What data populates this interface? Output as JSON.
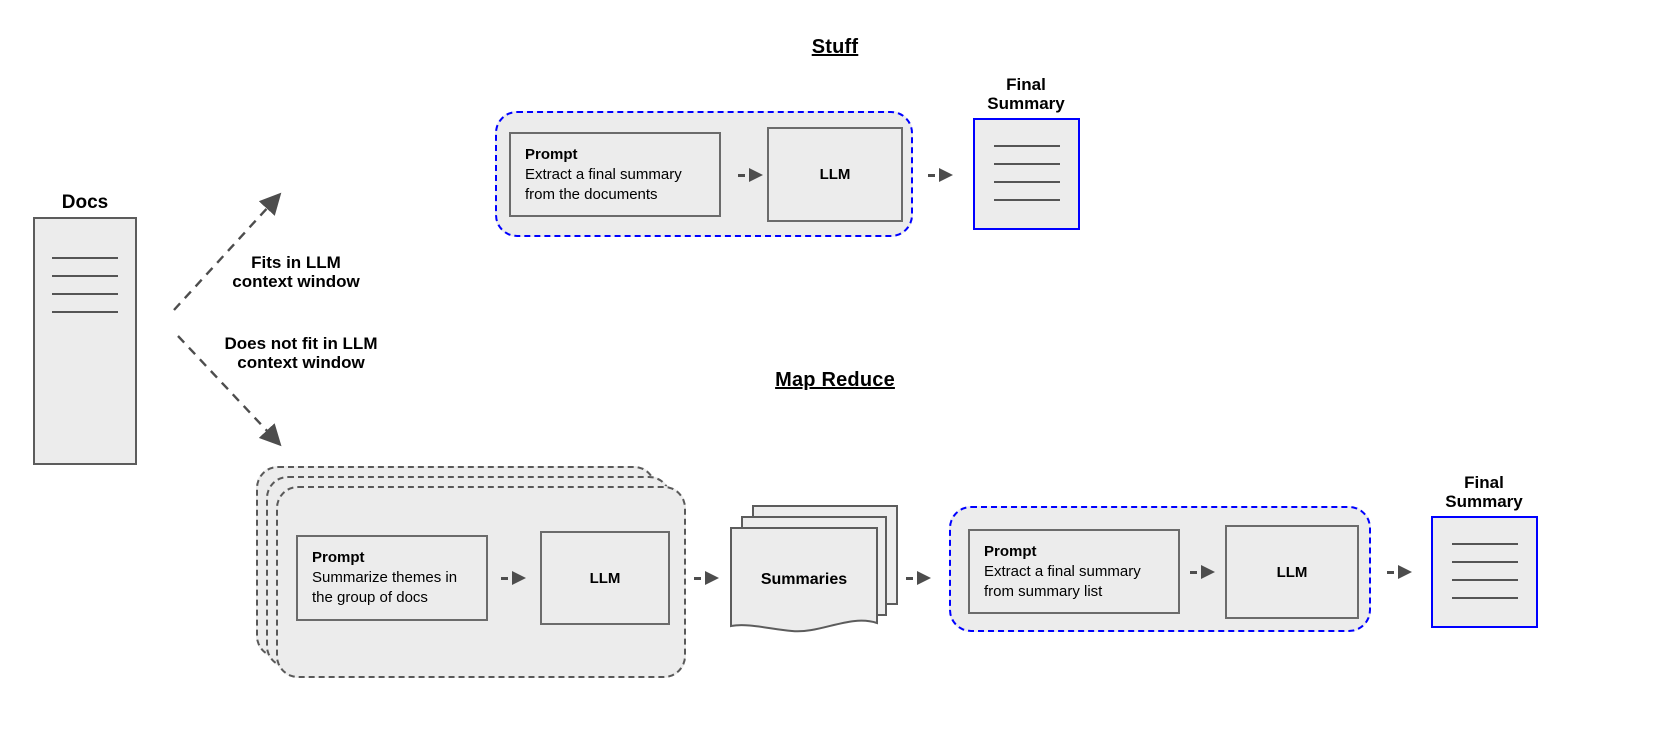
{
  "diagram": {
    "title_stuff": "Stuff",
    "title_map_reduce": "Map Reduce"
  },
  "docs": {
    "label": "Docs",
    "line_count": 4
  },
  "branches": [
    {
      "label": "Fits in LLM\ncontext window",
      "direction": "up"
    },
    {
      "label": "Does not fit in LLM\ncontext window",
      "direction": "down"
    }
  ],
  "stuff": {
    "prompt": {
      "title": "Prompt",
      "body": "Extract a final summary\nfrom the documents"
    },
    "llm": "LLM",
    "final_summary": {
      "caption": "Final\nSummary",
      "line_count": 4
    }
  },
  "map_reduce": {
    "map": {
      "prompt": {
        "title": "Prompt",
        "body": "Summarize themes in\nthe group of docs"
      },
      "llm": "LLM",
      "stack_layers": 3
    },
    "summaries": {
      "label": "Summaries",
      "sheet_count": 3
    },
    "reduce": {
      "prompt": {
        "title": "Prompt",
        "body": "Extract a final summary\nfrom summary list"
      },
      "llm": "LLM"
    },
    "final_summary": {
      "caption": "Final\nSummary",
      "line_count": 4
    }
  },
  "colors": {
    "accent_blue": "#0000ff",
    "box_fill": "#ececec",
    "box_stroke": "#6b6b6b",
    "arrow": "#4d4d4d",
    "dashed_gray": "#595959"
  }
}
